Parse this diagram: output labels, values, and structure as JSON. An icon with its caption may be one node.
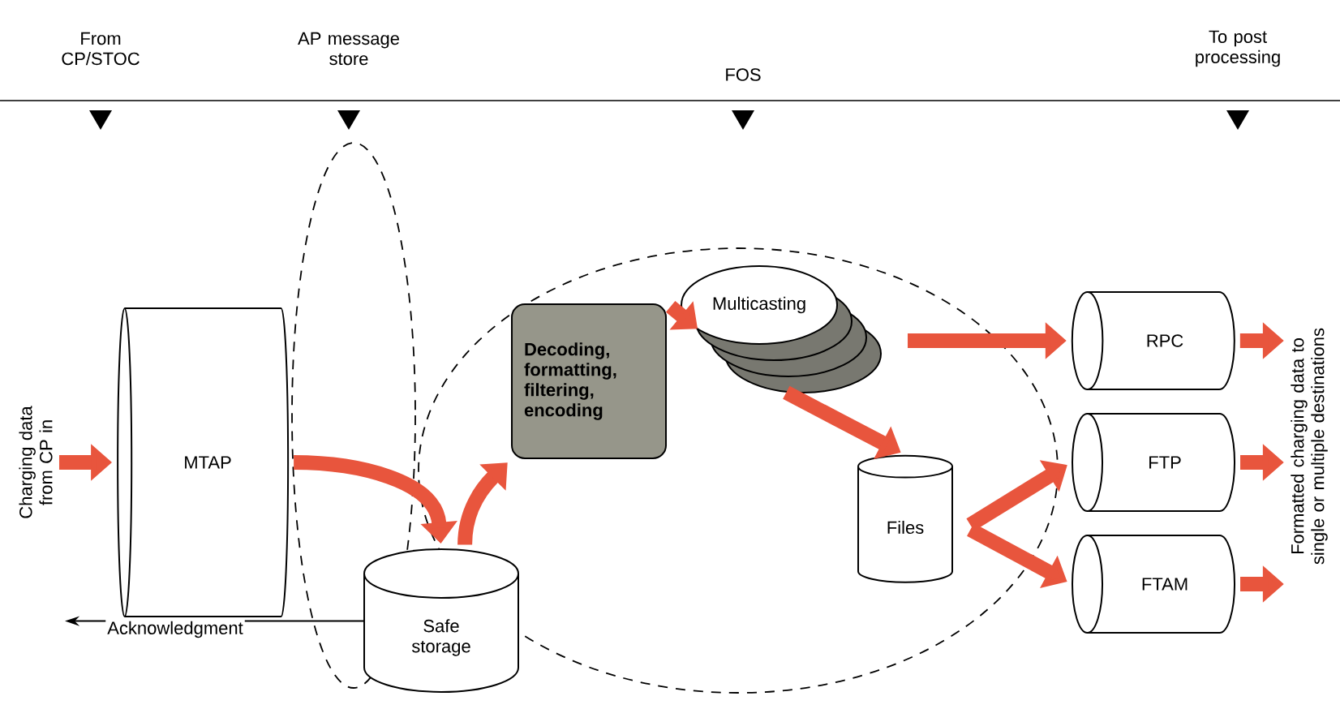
{
  "diagram": {
    "nodes": [
      {
        "text": [
          "Charging data from CP in"
        ]
      },
      {
        "text": [
          "MTAP"
        ]
      },
      {
        "text": [
          "Safe storage"
        ]
      },
      {
        "text": [
          "Decoding, formatting, filtering, encoding"
        ]
      },
      {
        "text": [
          "Multicasting"
        ]
      },
      {
        "text": [
          "Files"
        ]
      },
      {
        "text": [
          "RPC"
        ]
      },
      {
        "text": [
          "FTP"
        ]
      },
      {
        "text": [
          "FTAM"
        ]
      },
      {
        "text": [
          "Formatted charging data to single or multiple destinations"
        ]
      }
    ],
    "edges": [
      {
        "from": 0,
        "to": 1,
        "arrow": "to"
      },
      {
        "from": 1,
        "to": 2,
        "arrow": "to"
      },
      {
        "from": 2,
        "to": 3,
        "arrow": "to"
      },
      {
        "from": 3,
        "to": 4,
        "arrow": "to"
      },
      {
        "from": 4,
        "to": 5,
        "arrow": "to"
      },
      {
        "from": 4,
        "to": 6,
        "arrow": "to"
      },
      {
        "from": 5,
        "to": 7,
        "arrow": "to"
      },
      {
        "from": 5,
        "to": 8,
        "arrow": "to"
      },
      {
        "from": 6,
        "to": 9,
        "arrow": "to"
      },
      {
        "from": 7,
        "to": 9,
        "arrow": "to"
      },
      {
        "from": 8,
        "to": 9,
        "arrow": "to"
      },
      {
        "from": 2,
        "to": null,
        "arrow": "to",
        "label": "Acknowledgment",
        "color": "#000000"
      }
    ],
    "labels": [
      "From CP/STOC",
      "AP message store",
      "FOS",
      "To post processing"
    ]
  }
}
